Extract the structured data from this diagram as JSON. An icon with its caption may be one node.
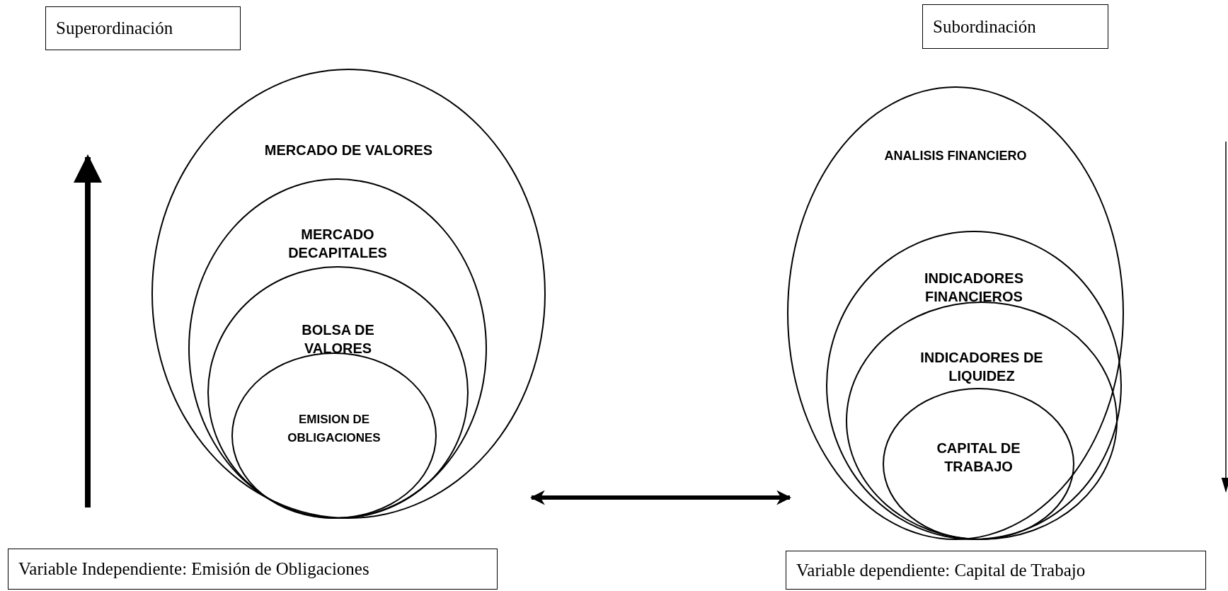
{
  "diagram": {
    "nodes": [
      {
        "text": [
          "Superordinación"
        ]
      },
      {
        "text": [
          "MERCADO DE VALORES"
        ]
      },
      {
        "text": [
          "MERCADO DECAPITALES"
        ],
        "in": 1
      },
      {
        "text": [
          "BOLSA DE VALORES"
        ],
        "in": 2
      },
      {
        "text": [
          "EMISION DE OBLIGACIONES"
        ],
        "in": 3
      },
      {
        "text": [
          "Variable Independiente: Emisión de Obligaciones"
        ]
      },
      {
        "text": [
          "Subordinación"
        ]
      },
      {
        "text": [
          "ANALISIS FINANCIERO"
        ]
      },
      {
        "text": [
          "INDICADORES FINANCIEROS"
        ],
        "in": 7
      },
      {
        "text": [
          "INDICADORES DE LIQUIDEZ"
        ],
        "in": 8
      },
      {
        "text": [
          "CAPITAL DE TRABAJO"
        ],
        "in": 9
      },
      {
        "text": [
          "Variable dependiente: Capital de Trabajo"
        ]
      }
    ],
    "edges": [
      {
        "from": 1,
        "to": 7,
        "arrow": "both"
      }
    ]
  }
}
